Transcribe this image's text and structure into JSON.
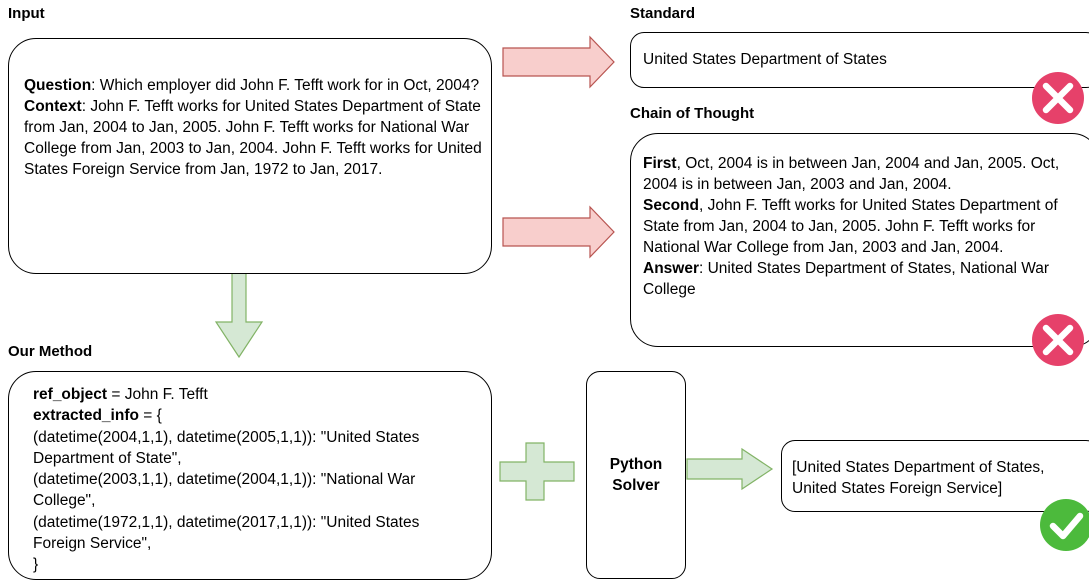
{
  "input": {
    "header": "Input",
    "question_label": "Question",
    "question_text": ": Which employer did John F. Tefft work for in Oct, 2004?",
    "context_label": "Context",
    "context_text": ": John F. Tefft works for United States Department of State from Jan, 2004 to Jan, 2005. John F. Tefft works for National War College from Jan, 2003 to Jan, 2004. John F. Tefft works for United States Foreign Service from Jan, 1972 to Jan, 2017."
  },
  "standard": {
    "header": "Standard",
    "answer": "United States Department of States",
    "verdict_icon": "cross-icon"
  },
  "cot": {
    "header": "Chain of Thought",
    "first_label": "First",
    "first_text": ", Oct, 2004 is in between Jan, 2004 and Jan, 2005. Oct, 2004 is in between Jan, 2003 and Jan, 2004.",
    "second_label": "Second",
    "second_text": ", John F. Tefft works for United States Department of State from Jan, 2004 to Jan, 2005. John F. Tefft works for National War College from Jan, 2003 and Jan, 2004.",
    "answer_label": "Answer",
    "answer_text": ": United States Department of States, National War College",
    "verdict_icon": "cross-icon"
  },
  "method": {
    "header": "Our Method",
    "ref_label": "ref_object",
    "ref_text": " = John F. Tefft",
    "extracted_label": "extracted_info",
    "extracted_open": " = {",
    "line1a": "(datetime(2004,1,1), datetime(2005,1,1)): \"United States",
    "line1b": "Department of State\",",
    "line2a": "(datetime(2003,1,1), datetime(2004,1,1)): \"National War",
    "line2b": "College\",",
    "line3a": "(datetime(1972,1,1), datetime(2017,1,1)): \"United States",
    "line3b": "Foreign Service\",",
    "close": "}"
  },
  "solver": {
    "label_line1": "Python",
    "label_line2": "Solver"
  },
  "result": {
    "answer": "[United States Department of States, United States Foreign Service]",
    "verdict_icon": "check-icon"
  },
  "colors": {
    "red_arrow_fill": "#f8cecc",
    "red_arrow_stroke": "#b85450",
    "green_arrow_fill": "#d5e8d4",
    "green_arrow_stroke": "#82b366",
    "cross_badge": "#e6416a",
    "check_badge": "#4cba3c"
  }
}
